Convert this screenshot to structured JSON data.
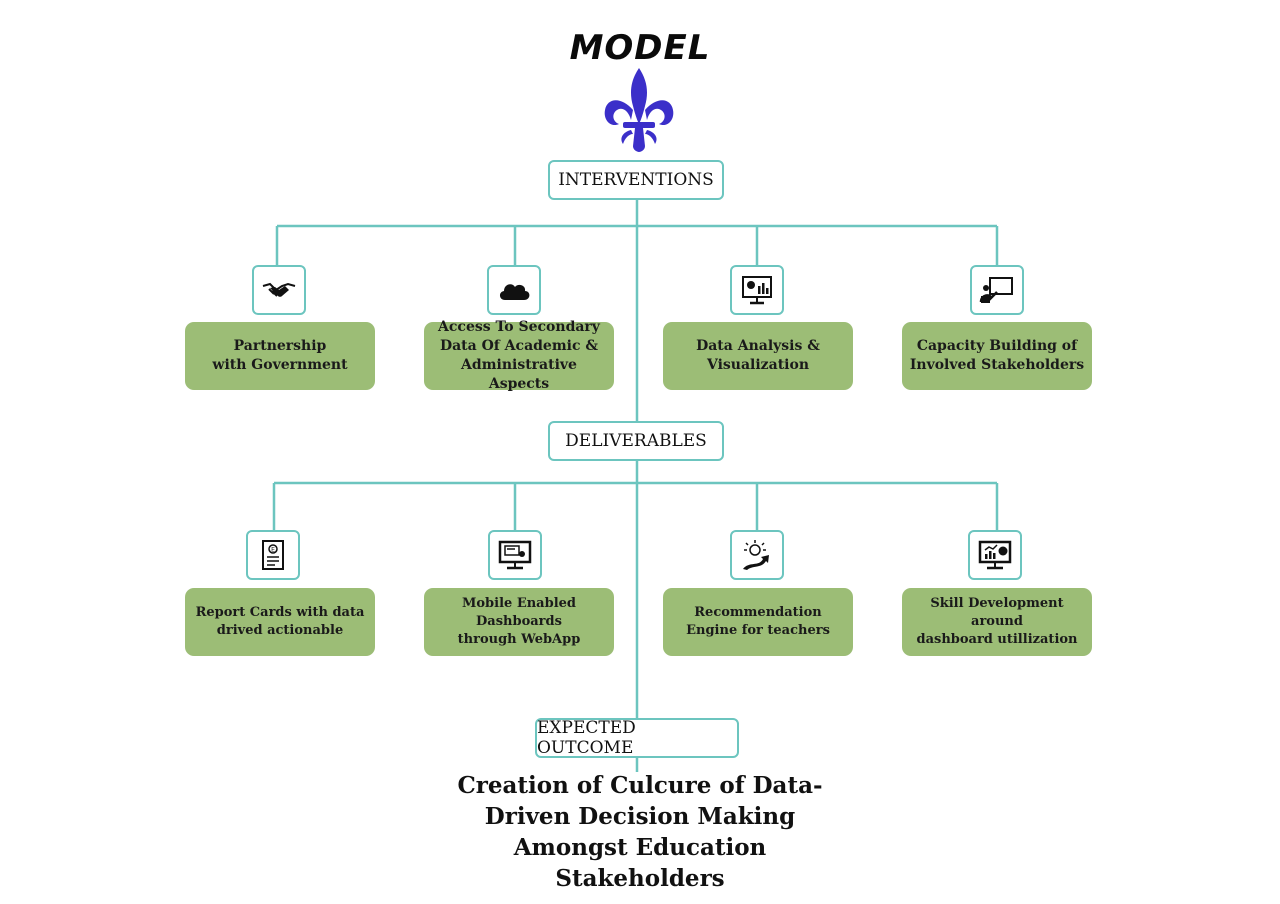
{
  "title": "MODEL",
  "colors": {
    "connector": "#6cc5bf",
    "card_fill": "#9cbd76",
    "logo": "#3b2fc9"
  },
  "interventions": {
    "label": "INTERVENTIONS",
    "items": [
      {
        "icon": "handshake-icon",
        "label": "Partnership\nwith Government"
      },
      {
        "icon": "cloud-icon",
        "label": "Access To Secondary\nData Of Academic &\nAdministrative Aspects"
      },
      {
        "icon": "analytics-monitor-icon",
        "label": "Data Analysis &\nVisualization"
      },
      {
        "icon": "presentation-icon",
        "label": "Capacity Building of\nInvolved Stakeholders"
      }
    ]
  },
  "deliverables": {
    "label": "DELIVERABLES",
    "items": [
      {
        "icon": "report-card-icon",
        "label": "Report Cards with data\ndrived actionable"
      },
      {
        "icon": "dashboard-monitor-icon",
        "label": "Mobile Enabled Dashboards\nthrough WebApp"
      },
      {
        "icon": "lightbulb-idea-icon",
        "label": "Recommendation\nEngine for teachers"
      },
      {
        "icon": "chart-monitor-icon",
        "label": "Skill Development around\ndashboard utillization"
      }
    ]
  },
  "expected_outcome": {
    "label": "EXPECTED OUTCOME",
    "text": "Creation of Culcure of Data-\nDriven Decision Making\nAmongst Education\nStakeholders"
  }
}
